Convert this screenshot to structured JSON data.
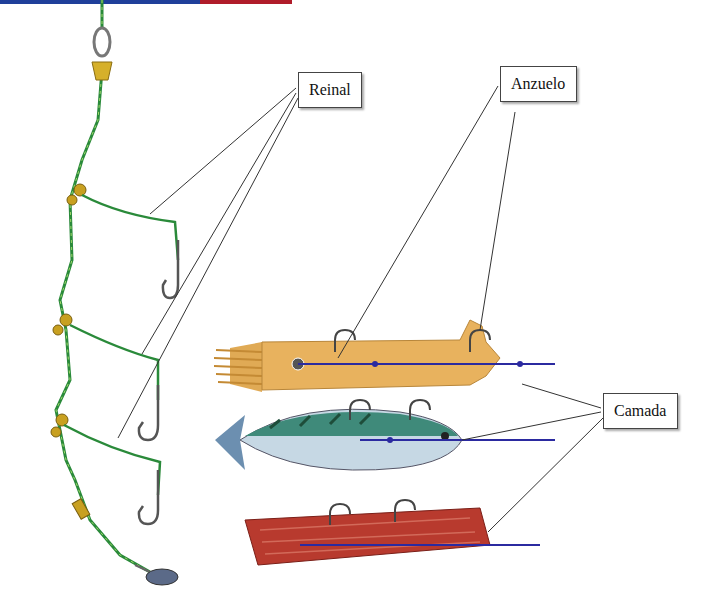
{
  "diagram": {
    "nodes": [
      {
        "text": [
          "Reinal"
        ]
      },
      {
        "text": [
          "Anzuelo"
        ]
      },
      {
        "text": [
          "Camada"
        ]
      }
    ]
  }
}
